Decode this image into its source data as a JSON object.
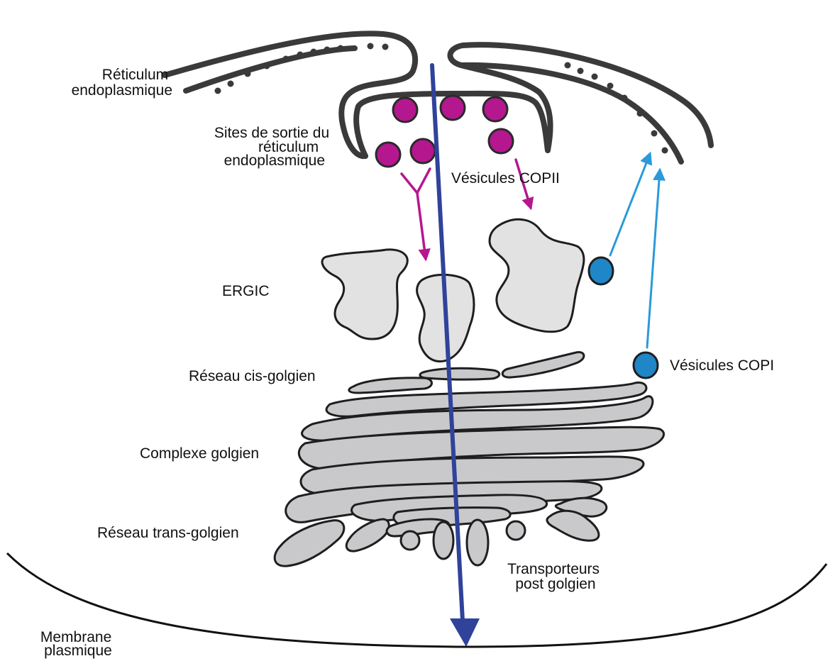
{
  "labels": {
    "reticulum": [
      "Réticulum",
      "endoplasmique"
    ],
    "er_exit_sites": [
      "Sites de sortie du",
      "réticulum",
      "endoplasmique"
    ],
    "copii_vesicles": "Vésicules COPII",
    "ergic": "ERGIC",
    "copi_vesicles": "Vésicules COPI",
    "cis_golgi": "Réseau cis-golgien",
    "golgi_complex": "Complexe golgien",
    "trans_golgi": "Réseau trans-golgien",
    "post_golgi_carriers": [
      "Transporteurs",
      "post golgien"
    ],
    "plasma_membrane": [
      "Membrane",
      "plasmique"
    ]
  },
  "colors": {
    "copii": "#b5178f",
    "copi": "#1f86c8",
    "secretory_flow": "#30439a",
    "golgi_cisternae": "#c9c9cb",
    "ergic_fill": "#e2e2e3",
    "er_membrane": "#3a3a3a"
  }
}
